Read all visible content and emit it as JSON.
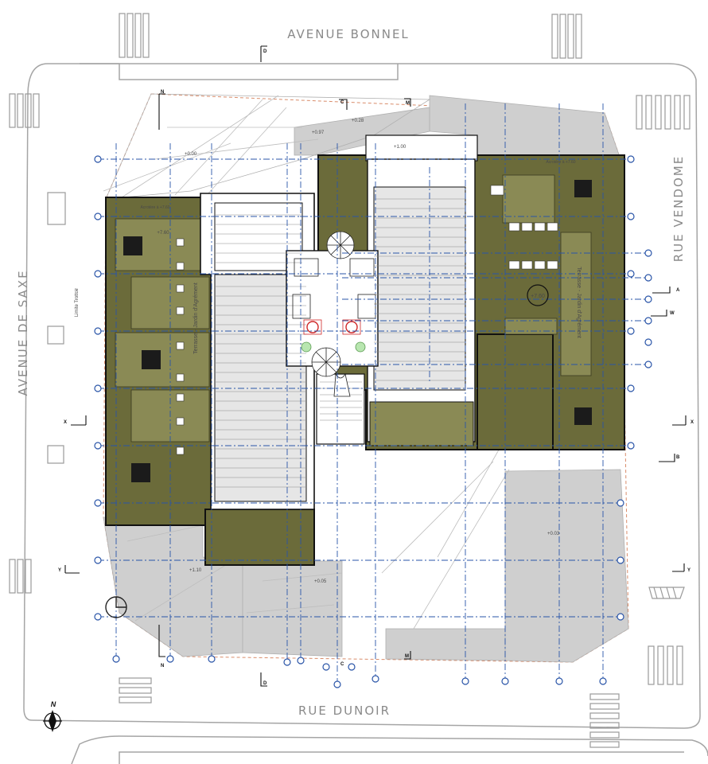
{
  "streets": {
    "north": "AVENUE BONNEL",
    "south": "RUE DUNOIR",
    "west": "AVENUE DE SAXE",
    "east": "RUE VENDOME"
  },
  "sidewalk_label": "Limite Trottoir",
  "terrace_label": "Terrasse - Jardin d'Agrément",
  "acrotere_label": "Acrotère à +7.60",
  "level_marker": "+7.60",
  "elevations": {
    "e1": "+0.00",
    "e2": "+0.97",
    "e3": "+0.28",
    "e4": "+1.10",
    "e5": "+0.03",
    "e6": "+0.05",
    "e7": "+7.60",
    "e8": "+1.00"
  },
  "section_markers": {
    "A": "A",
    "B": "B",
    "C": "C",
    "D": "D",
    "N": "N",
    "M": "M",
    "W": "W",
    "X": "X",
    "Y": "Y"
  },
  "north_arrow": "N",
  "colors": {
    "terrace": "#6b6b3a",
    "grid": "#2a55a8",
    "walls": "#111111",
    "paving": "#c8c8c8",
    "street_outline": "#9a9a9a",
    "property_line": "#d98c6a"
  },
  "icons": [
    "north-arrow-icon",
    "grid-bubble-icon",
    "section-marker-icon"
  ]
}
